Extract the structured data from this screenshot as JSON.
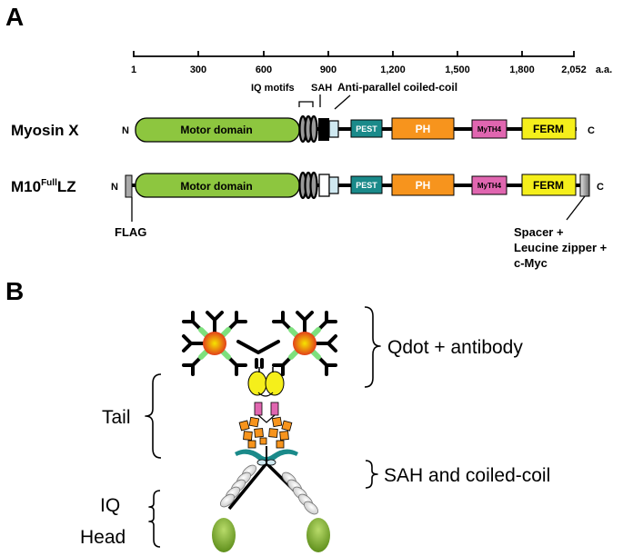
{
  "panel_a": {
    "label": "A",
    "scale": {
      "ticks": [
        "1",
        "300",
        "600",
        "900",
        "1,200",
        "1,500",
        "1,800",
        "2,052"
      ],
      "unit": "a.a."
    },
    "annotations": {
      "iq": "IQ motifs",
      "sah": "SAH",
      "coiled_coil": "Anti-parallel coiled-coil"
    },
    "rows": [
      {
        "name": "Myosin X",
        "n_term": "N",
        "c_term": "C",
        "domains": {
          "motor": "Motor domain",
          "pest": "PEST",
          "ph": "PH",
          "myth4": "MyTH4",
          "ferm": "FERM"
        }
      },
      {
        "name_main": "M10",
        "name_sup": "Full",
        "name_tail": "LZ",
        "n_term": "N",
        "c_term": "C",
        "domains": {
          "motor": "Motor domain",
          "pest": "PEST",
          "ph": "PH",
          "myth4": "MyTH4",
          "ferm": "FERM"
        }
      }
    ],
    "flag": "FLAG",
    "spacer_lines": [
      "Spacer +",
      "Leucine zipper +",
      "c-Myc"
    ]
  },
  "panel_b": {
    "label": "B",
    "qdot": "Qdot + antibody",
    "tail": "Tail",
    "sah": "SAH and coiled-coil",
    "iq": "IQ",
    "head": "Head"
  },
  "colors": {
    "motor": "#8dc63f",
    "pest": "#1a8a8a",
    "ph": "#f7941d",
    "myth4": "#e066b0",
    "ferm": "#f5ef1b",
    "coiled_coil": "#cfe8f0"
  }
}
